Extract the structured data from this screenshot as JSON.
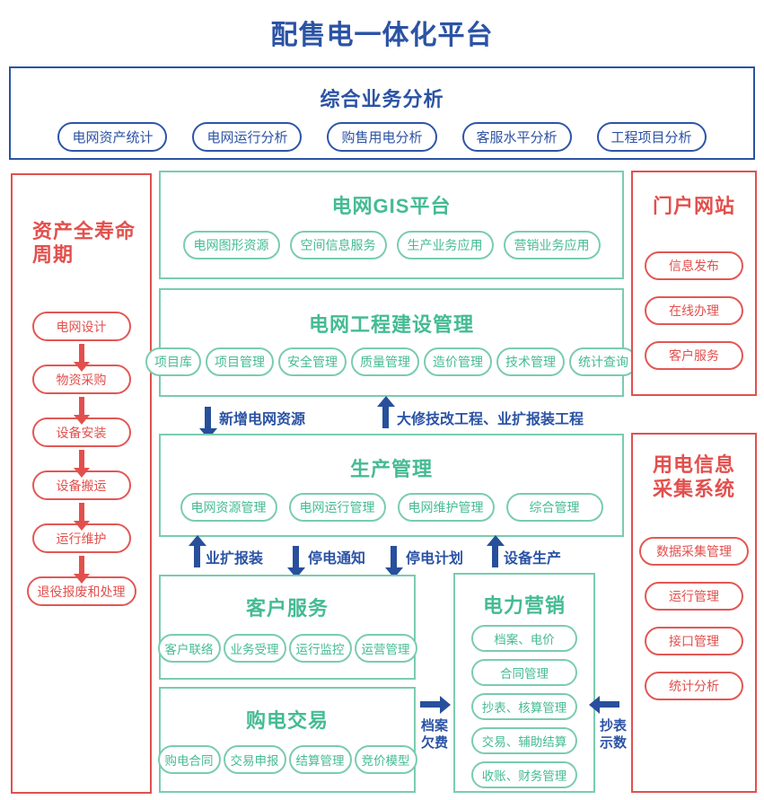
{
  "page_title": "配售电一体化平台",
  "colors": {
    "blue": "#2b53a4",
    "red": "#e2504d",
    "green_text": "#45bb93",
    "green_border": "#7accae",
    "arrow_blue": "#274f9c",
    "background": "#ffffff"
  },
  "analysis": {
    "title": "综合业务分析",
    "items": [
      "电网资产统计",
      "电网运行分析",
      "购售用电分析",
      "客服水平分析",
      "工程项目分析"
    ]
  },
  "lifecycle": {
    "title": "资产全寿命\n周期",
    "steps": [
      "电网设计",
      "物资采购",
      "设备安装",
      "设备搬运",
      "运行维护",
      "退役报废和处理"
    ]
  },
  "gis": {
    "title": "电网GIS平台",
    "items": [
      "电网图形资源",
      "空间信息服务",
      "生产业务应用",
      "营销业务应用"
    ]
  },
  "construction": {
    "title": "电网工程建设管理",
    "items": [
      "项目库",
      "项目管理",
      "安全管理",
      "质量管理",
      "造价管理",
      "技术管理",
      "统计查询"
    ]
  },
  "flow_top": {
    "down_label": "新增电网资源",
    "up_label": "大修技改工程、业扩报装工程"
  },
  "production": {
    "title": "生产管理",
    "items": [
      "电网资源管理",
      "电网运行管理",
      "电网维护管理",
      "综合管理"
    ]
  },
  "flow_mid": {
    "up1": "业扩报装",
    "down1": "停电通知",
    "down2": "停电计划",
    "up2": "设备生产"
  },
  "customer_service": {
    "title": "客户服务",
    "items": [
      "客户联络",
      "业务受理",
      "运行监控",
      "运营管理"
    ]
  },
  "purchase": {
    "title": "购电交易",
    "items": [
      "购电合同",
      "交易申报",
      "结算管理",
      "竞价模型"
    ]
  },
  "marketing": {
    "title": "电力营销",
    "items": [
      "档案、电价",
      "合同管理",
      "抄表、核算管理",
      "交易、辅助结算",
      "收账、财务管理"
    ]
  },
  "portal": {
    "title": "门户网站",
    "items": [
      "信息发布",
      "在线办理",
      "客户服务"
    ]
  },
  "meter_system": {
    "title": "用电信息\n采集系统",
    "items": [
      "数据采集管理",
      "运行管理",
      "接口管理",
      "统计分析"
    ]
  },
  "side_flows": {
    "archive_arrears": "档案\n欠费",
    "meter_reading": "抄表\n示数"
  }
}
